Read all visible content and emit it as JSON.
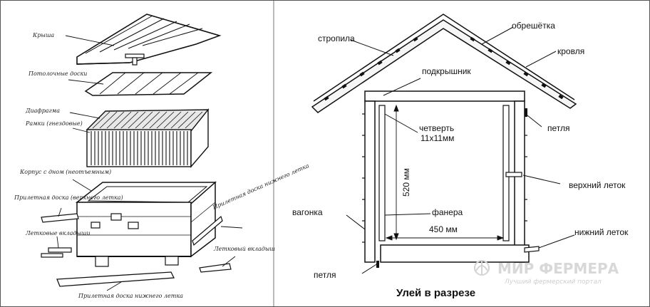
{
  "left_labels": {
    "roof": "Крыша",
    "ceiling_boards": "Потолочные доски",
    "diaphragm": "Диафрагма",
    "frames": "Рамки (гнездовые)",
    "body": "Корпус с дном (неотъемным)",
    "landing_board_upper": "Прилетная доска (верхнего летка)",
    "landing_board_lower_right": "Прилетная доска нижнего летка",
    "entrance_inserts": "Летковые вкладыши",
    "entrance_insert": "Летковый вкладыш",
    "landing_board_lower": "Прилетная доска нижнего летка"
  },
  "right_labels": {
    "rafters": "стропила",
    "lathing": "обрешётка",
    "roofing": "кровля",
    "subroof": "подкрышник",
    "quarter": "четверть",
    "quarter_size": "11х11мм",
    "hinge_top": "петля",
    "height_dim": "520 мм",
    "upper_entrance": "верхний леток",
    "siding": "вагонка",
    "plywood": "фанера",
    "width_dim": "450 мм",
    "lower_entrance": "нижний леток",
    "hinge_bottom": "петля",
    "caption": "Улей в разрезе"
  },
  "watermark": {
    "brand": "МИР ФЕРМЕРА",
    "tagline": "Лучший фермерский портал"
  }
}
